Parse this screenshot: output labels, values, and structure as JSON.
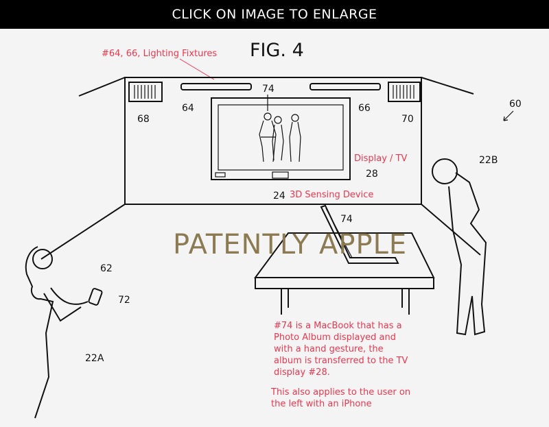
{
  "banner": {
    "text": "CLICK ON IMAGE TO ENLARGE"
  },
  "figure": {
    "title": "FIG. 4",
    "watermark": "PATENTLY APPLE",
    "labels": {
      "photo_on_tv": "74",
      "light_left": "64",
      "light_right": "66",
      "vent_left": "68",
      "vent_right": "70",
      "room": "60",
      "user_right": "22B",
      "display": "28",
      "sensor": "24",
      "laptop": "74",
      "phone_user": "62",
      "phone": "72",
      "user_left": "22A"
    },
    "annotations": {
      "lighting": "#64, 66, Lighting Fixtures",
      "display": "Display / TV",
      "sensor": "3D Sensing Device",
      "note_lines": [
        "#74 is a MacBook that has a",
        "Photo Album displayed and",
        "with a hand gesture, the",
        "album is transferred to the TV",
        "display #28."
      ],
      "note2_lines": [
        "This also applies to the user on",
        "the left with an iPhone"
      ]
    },
    "colors": {
      "annotation": "#f0364e",
      "watermark": "#8c7b52",
      "banner": "#000000"
    }
  }
}
